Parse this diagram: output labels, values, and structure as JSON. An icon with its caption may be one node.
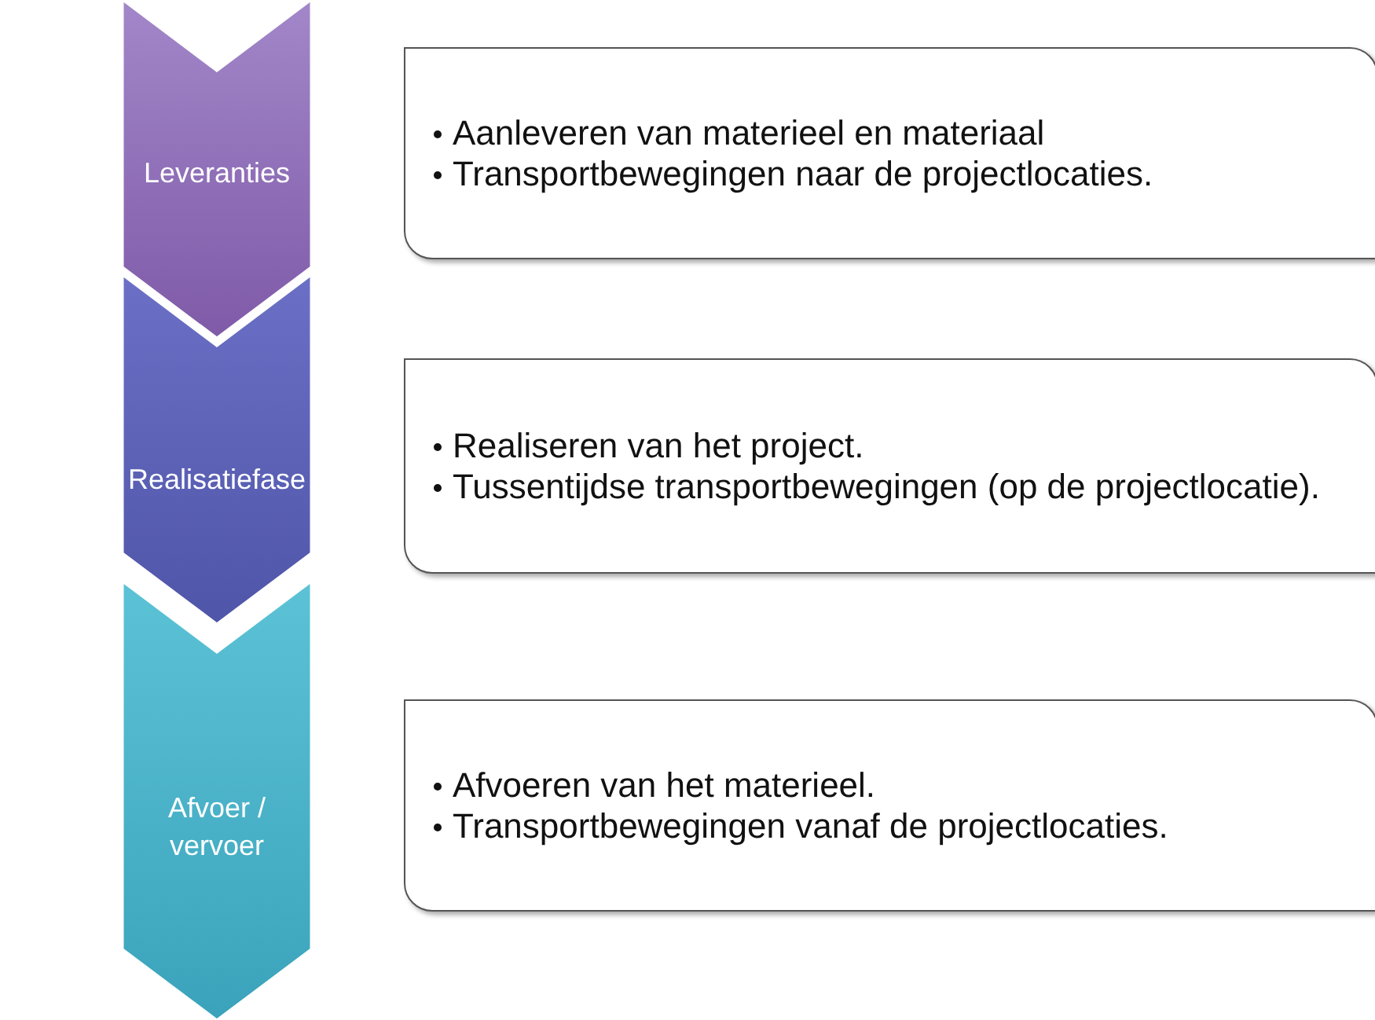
{
  "diagram": {
    "nodes": [
      {
        "text": [
          "Leveranties"
        ]
      },
      {
        "text": [
          "Aanleveren van materieel en materiaal",
          "Transportbewegingen naar de projectlocaties."
        ]
      },
      {
        "text": [
          "Realisatiefase"
        ]
      },
      {
        "text": [
          "Realiseren van het project.",
          "Tussentijdse transportbewegingen (op de projectlocatie)."
        ]
      },
      {
        "text": [
          "Afvoer / vervoer"
        ]
      },
      {
        "text": [
          "Afvoeren van het materieel.",
          "Transportbewegingen vanaf de projectlocaties."
        ]
      }
    ]
  }
}
